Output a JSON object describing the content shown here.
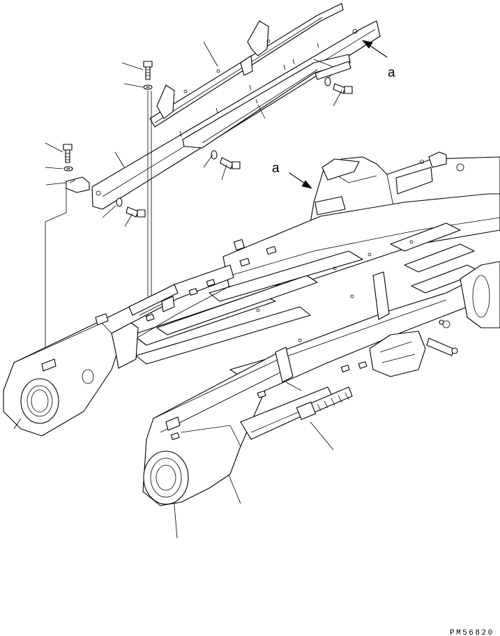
{
  "diagram": {
    "callout_a_upper": "a",
    "callout_a_lower": "a",
    "drawing_number": "PM56820"
  },
  "colors": {
    "line": "#000000",
    "background": "#ffffff"
  }
}
